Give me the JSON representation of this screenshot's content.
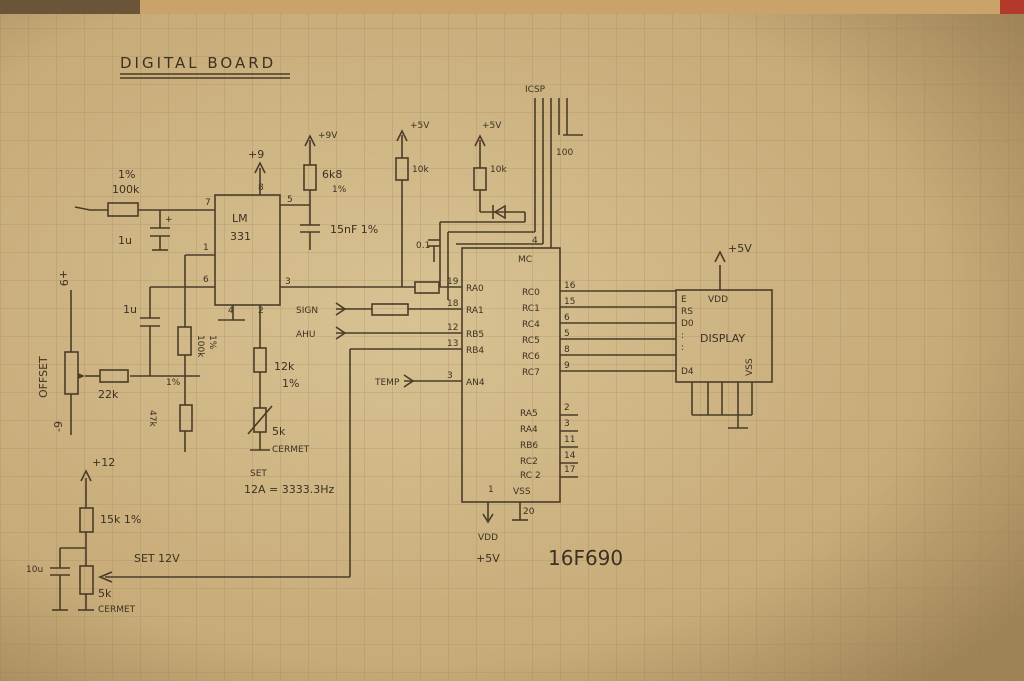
{
  "title": "DIGITAL BOARD",
  "labels": {
    "supply_9": "+9",
    "supply_9v": "+9V",
    "supply_5v_a": "+5V",
    "supply_5v_b": "+5V",
    "supply_5v_display": "+5V",
    "icsp": "ICSP",
    "r_icsp": "100",
    "r_6k8": "6k8",
    "r_6k8_tol": "1%",
    "c_15n": "15nF 1%",
    "r_10k_a": "10k",
    "r_10k_b": "10k",
    "c_01": "0.1",
    "r_100k_tol": "1%",
    "r_100k": "100k",
    "c_1u_a": "1u",
    "c_1u_b": "1u",
    "lm_name": "LM",
    "lm_num": "331",
    "lm_pin7": "7",
    "lm_pin8": "8",
    "lm_pin5": "5",
    "lm_pin1": "1",
    "lm_pin6": "6",
    "lm_pin3": "3",
    "lm_pin4": "4",
    "lm_pin2": "2",
    "plus9_pot": "+9",
    "minus9_pot": "-9",
    "offset": "OFFSET",
    "r_22k": "22k",
    "r_100k_b": "100k",
    "r_100k_b_tol": "1%",
    "r_47k": "47k",
    "r_47k_tol": "1%",
    "r_12k": "12k",
    "r_12k_tol": "1%",
    "pot_5k": "5k",
    "cermet_a": "CERMET",
    "set_a": "SET",
    "set_freq": "12A = 3333.3Hz",
    "supply_12": "+12",
    "r_15k": "15k 1%",
    "c_10u": "10u",
    "pot_5k_b": "5k",
    "cermet_b": "CERMET",
    "set_12v": "SET 12V",
    "sign": "SIGN",
    "ahu": "AHU",
    "temp": "TEMP",
    "pic_pins_left": [
      {
        "num": "19",
        "name": "RA0"
      },
      {
        "num": "18",
        "name": "RA1"
      },
      {
        "num": "12",
        "name": "RB5"
      },
      {
        "num": "13",
        "name": "RB4"
      },
      {
        "num": "3",
        "name": "AN4"
      }
    ],
    "pic_pins_right": [
      {
        "num": "16",
        "name": "RC0"
      },
      {
        "num": "15",
        "name": "RC1"
      },
      {
        "num": "6",
        "name": "RC4"
      },
      {
        "num": "5",
        "name": "RC5"
      },
      {
        "num": "8",
        "name": "RC6"
      },
      {
        "num": "9",
        "name": "RC7"
      }
    ],
    "pic_pins_unused": [
      {
        "num": "2",
        "name": "RA5"
      },
      {
        "num": "3",
        "name": "RA4"
      },
      {
        "num": "11",
        "name": "RB6"
      },
      {
        "num": "14",
        "name": "RC2"
      },
      {
        "num": "17",
        "name": "RC 2"
      }
    ],
    "pic_pin1": "1",
    "pic_pin20": "20",
    "pic_vss": "VSS",
    "pic_vdd_pin": "4",
    "pic_vdd_label": "MC",
    "vdd": "VDD",
    "vdd_plus5": "+5V",
    "pic_part": "16F690",
    "disp_pins_left": [
      "E",
      "RS",
      "D0",
      ":",
      ":",
      "D4"
    ],
    "disp_vdd": "VDD",
    "disp_name": "DISPLAY",
    "disp_vss": "VSS"
  }
}
